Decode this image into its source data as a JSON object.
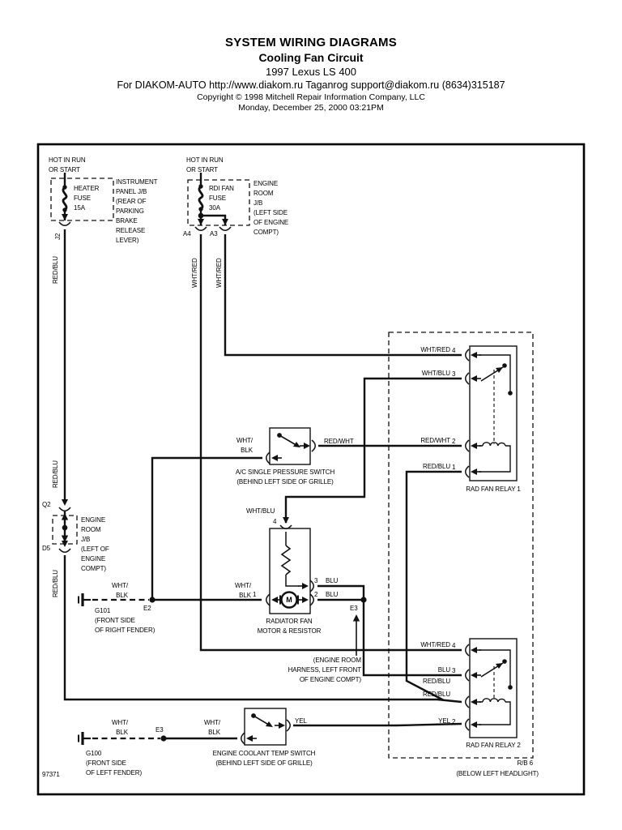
{
  "header": {
    "title": "SYSTEM WIRING DIAGRAMS",
    "subtitle": "Cooling Fan Circuit",
    "vehicle": "1997 Lexus LS 400",
    "distributor": "For DIAKOM-AUTO http://www.diakom.ru Taganrog support@diakom.ru (8634)315187",
    "copyright": "Copyright © 1998 Mitchell Repair Information Company, LLC",
    "printed": "Monday, December 25, 2000  03:21PM"
  },
  "diagram": {
    "doc_number": "97371",
    "heater_branch": {
      "hot_label": "HOT IN RUN\nOR START",
      "fuse_label": "HEATER\nFUSE\n15A",
      "junction_box_label": "INSTRUMENT\nPANEL J/B\n(REAR OF\nPARKING\nBRAKE\nRELEASE\nLEVER)",
      "connector": "J2",
      "wire_color_1": "RED/BLU",
      "wire_color_2": "RED/BLU",
      "wire_color_3": "RED/BLU"
    },
    "fan_fuse_branch": {
      "hot_label": "HOT IN RUN\nOR START",
      "fuse_label": "RDI FAN\nFUSE\n30A",
      "junction_box_label": "ENGINE\nROOM\nJ/B\n(LEFT SIDE\nOF ENGINE\nCOMPT)",
      "connector_left": "A4",
      "connector_right": "A3",
      "wire_left": "WHT/RED",
      "wire_right": "WHT/RED"
    },
    "relay1": {
      "name": "RAD FAN RELAY 1",
      "t4_num": "4",
      "t4_wire": "WHT/RED",
      "t3_num": "3",
      "t3_wire": "WHT/BLU",
      "t2_num": "2",
      "t2_wire": "RED/WHT",
      "t1_num": "1",
      "t1_wire": "RED/BLU"
    },
    "relay2": {
      "name": "RAD FAN RELAY 2",
      "t4_num": "4",
      "t4_wire": "WHT/RED",
      "t3_num": "3",
      "t3_wire": "BLU",
      "coil_wire_upper": "RED/BLU",
      "coil_wire_lower": "RED/BLU",
      "t2_num": "2",
      "t2_wire": "YEL"
    },
    "relay_box": {
      "name": "R/B 6",
      "location": "(BELOW LEFT HEADLIGHT)"
    },
    "ac_pressure_switch": {
      "name": "A/C SINGLE PRESSURE SWITCH\n(BEHIND LEFT SIDE OF GRILLE)",
      "wire_in": "WHT/\nBLK",
      "wire_out": "RED/WHT"
    },
    "fan_motor": {
      "name": "RADIATOR FAN\nMOTOR & RESISTOR",
      "motor_letter": "M",
      "wire_top": "WHT/BLU",
      "t4_num": "4",
      "t1_num": "1",
      "t1_wire": "WHT/\nBLK",
      "t3_num": "3",
      "t3_wire": "BLU",
      "t2_num": "2",
      "t2_wire": "BLU"
    },
    "left_junction_box": {
      "label": "ENGINE\nROOM\nJ/B\n(LEFT OF\nENGINE\nCOMPT)",
      "connector_top": "Q2",
      "connector_bottom": "D5"
    },
    "ground_right": {
      "id": "G101",
      "location": "(FRONT SIDE\nOF RIGHT FENDER)",
      "wire": "WHT/\nBLK",
      "splice": "E2"
    },
    "ground_left": {
      "id": "G100",
      "location": "(FRONT SIDE\nOF LEFT FENDER)",
      "wire": "WHT/\nBLK",
      "splice": "E3",
      "wire_to_switch": "WHT/\nBLK"
    },
    "coolant_temp_switch": {
      "name": "ENGINE COOLANT TEMP SWITCH\n(BEHIND LEFT SIDE OF GRILLE)",
      "wire_out": "YEL"
    },
    "e3_callout": {
      "connector": "E3",
      "note": "(ENGINE ROOM\nHARNESS, LEFT FRONT\nOF ENGINE COMPT)"
    }
  }
}
